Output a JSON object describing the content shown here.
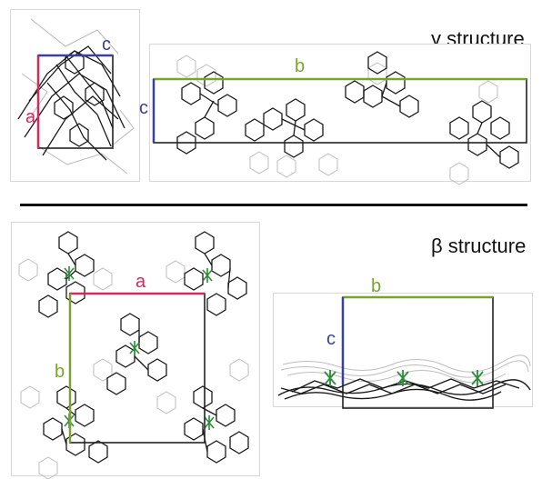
{
  "colors": {
    "axis_a": "#d6285a",
    "axis_b": "#7aa32c",
    "axis_c": "#3a3f9a",
    "cell_edge": "#222222",
    "molecule": "#1a1a1a",
    "molecule_ghost": "#b8b8b8",
    "metal_center": "#2e8b3a"
  },
  "gamma": {
    "title": "γ structure",
    "left_view": {
      "axis_a": "a",
      "axis_c": "c"
    },
    "right_view": {
      "axis_b": "b",
      "axis_c": "c"
    }
  },
  "beta": {
    "title": "β structure",
    "left_view": {
      "axis_a": "a",
      "axis_b": "b"
    },
    "right_view": {
      "axis_b": "b",
      "axis_c": "c"
    }
  }
}
